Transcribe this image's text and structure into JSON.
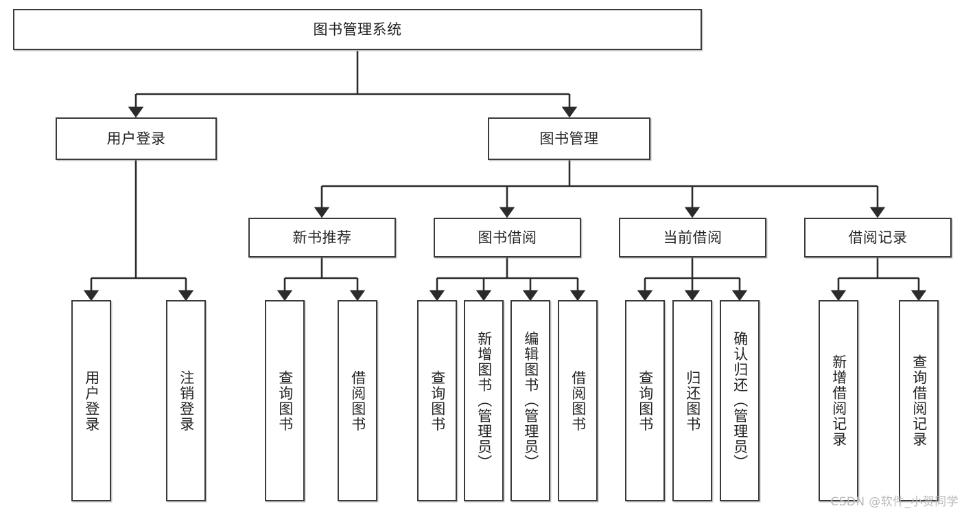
{
  "diagram": {
    "type": "tree-hierarchy",
    "title": "图书管理系统",
    "orientation": "top-down",
    "watermark": "CSDN @软件_小贺同学",
    "colors": {
      "box_border": "#3a3a3a",
      "box_fill": "#ffffff",
      "connector": "#2b2b2b",
      "text": "#222222",
      "watermark": "#b9b9b9"
    },
    "nodes": {
      "root": {
        "label": "图书管理系统"
      },
      "level2": [
        {
          "id": "user-login",
          "label": "用户登录"
        },
        {
          "id": "book-manage",
          "label": "图书管理"
        }
      ],
      "level3": [
        {
          "id": "new-book-recommend",
          "label": "新书推荐"
        },
        {
          "id": "book-borrow",
          "label": "图书借阅"
        },
        {
          "id": "current-borrow",
          "label": "当前借阅"
        },
        {
          "id": "borrow-record",
          "label": "借阅记录"
        }
      ],
      "leaves": {
        "user-login": [
          {
            "id": "leaf-user-login",
            "label": "用户登录"
          },
          {
            "id": "leaf-user-logout",
            "label": "注销登录"
          }
        ],
        "new-book-recommend": [
          {
            "id": "leaf-query-book-1",
            "label": "查询图书"
          },
          {
            "id": "leaf-borrow-book-1",
            "label": "借阅图书"
          }
        ],
        "book-borrow": [
          {
            "id": "leaf-query-book-2",
            "label": "查询图书"
          },
          {
            "id": "leaf-add-book",
            "label": "新增图书（管理员）"
          },
          {
            "id": "leaf-edit-book",
            "label": "编辑图书（管理员）"
          },
          {
            "id": "leaf-borrow-book-2",
            "label": "借阅图书"
          }
        ],
        "current-borrow": [
          {
            "id": "leaf-query-book-3",
            "label": "查询图书"
          },
          {
            "id": "leaf-return-book",
            "label": "归还图书"
          },
          {
            "id": "leaf-confirm-return",
            "label": "确认归还（管理员）"
          }
        ],
        "borrow-record": [
          {
            "id": "leaf-add-record",
            "label": "新增借阅记录"
          },
          {
            "id": "leaf-query-record",
            "label": "查询借阅记录"
          }
        ]
      }
    }
  }
}
